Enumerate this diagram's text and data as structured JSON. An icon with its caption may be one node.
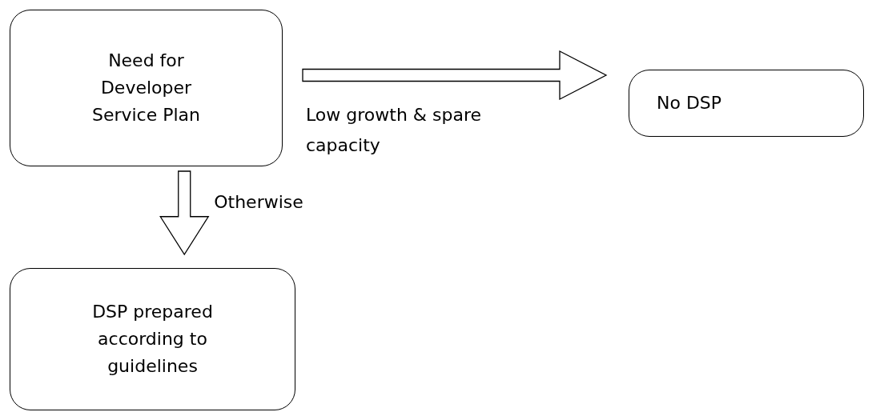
{
  "diagram": {
    "nodes": [
      {
        "text": [
          "Need for Developer Service Plan"
        ]
      },
      {
        "text": [
          "No DSP"
        ]
      },
      {
        "text": [
          "DSP prepared according to guidelines"
        ]
      }
    ],
    "edges": [
      {
        "from": 0,
        "to": 1,
        "arrow": "to",
        "label": "Low growth & spare capacity"
      },
      {
        "from": 0,
        "to": 2,
        "arrow": "to",
        "label": "Otherwise"
      }
    ]
  }
}
